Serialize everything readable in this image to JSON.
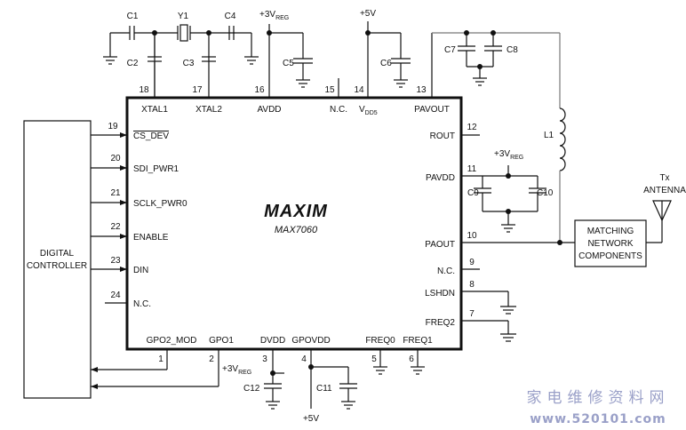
{
  "chip": {
    "logo": "MAXIM",
    "part": "MAX7060",
    "left_pins": [
      {
        "num": "19",
        "label": "CS_DEV"
      },
      {
        "num": "20",
        "label": "SDI_PWR1"
      },
      {
        "num": "21",
        "label": "SCLK_PWR0"
      },
      {
        "num": "22",
        "label": "ENABLE"
      },
      {
        "num": "23",
        "label": "DIN"
      },
      {
        "num": "24",
        "label": "N.C."
      }
    ],
    "top_pins": [
      {
        "num": "18",
        "label": "XTAL1"
      },
      {
        "num": "17",
        "label": "XTAL2"
      },
      {
        "num": "16",
        "label": "AVDD"
      },
      {
        "num": "15",
        "label": "N.C."
      },
      {
        "num": "14",
        "label": "V",
        "sub": "DD5"
      },
      {
        "num": "13",
        "label": "PAVOUT"
      }
    ],
    "right_pins": [
      {
        "num": "12",
        "label": "ROUT"
      },
      {
        "num": "11",
        "label": "PAVDD"
      },
      {
        "num": "10",
        "label": "PAOUT"
      },
      {
        "num": "9",
        "label": "N.C."
      },
      {
        "num": "8",
        "label": "LSHDN"
      },
      {
        "num": "7",
        "label": "FREQ2"
      }
    ],
    "bottom_pins": [
      {
        "num": "1",
        "label": "GPO2_MOD"
      },
      {
        "num": "2",
        "label": "GPO1"
      },
      {
        "num": "3",
        "label": "DVDD"
      },
      {
        "num": "4",
        "label": "GPOVDD"
      },
      {
        "num": "5",
        "label": "FREQ0"
      },
      {
        "num": "6",
        "label": "FREQ1"
      }
    ]
  },
  "controller": {
    "line1": "DIGITAL",
    "line2": "CONTROLLER"
  },
  "matching": {
    "line1": "MATCHING",
    "line2": "NETWORK",
    "line3": "COMPONENTS"
  },
  "antenna": {
    "line1": "Tx",
    "line2": "ANTENNA"
  },
  "components": {
    "c1": "C1",
    "c2": "C2",
    "c3": "C3",
    "c4": "C4",
    "c5": "C5",
    "c6": "C6",
    "c7": "C7",
    "c8": "C8",
    "c9": "C9",
    "c10": "C10",
    "c11": "C11",
    "c12": "C12",
    "y1": "Y1",
    "l1": "L1"
  },
  "supplies": {
    "v3reg_main": "+3V",
    "v3reg_sub": "REG",
    "v5": "+5V"
  },
  "watermark": {
    "cn": "家电维修资料网",
    "url": "www.520101.com"
  }
}
